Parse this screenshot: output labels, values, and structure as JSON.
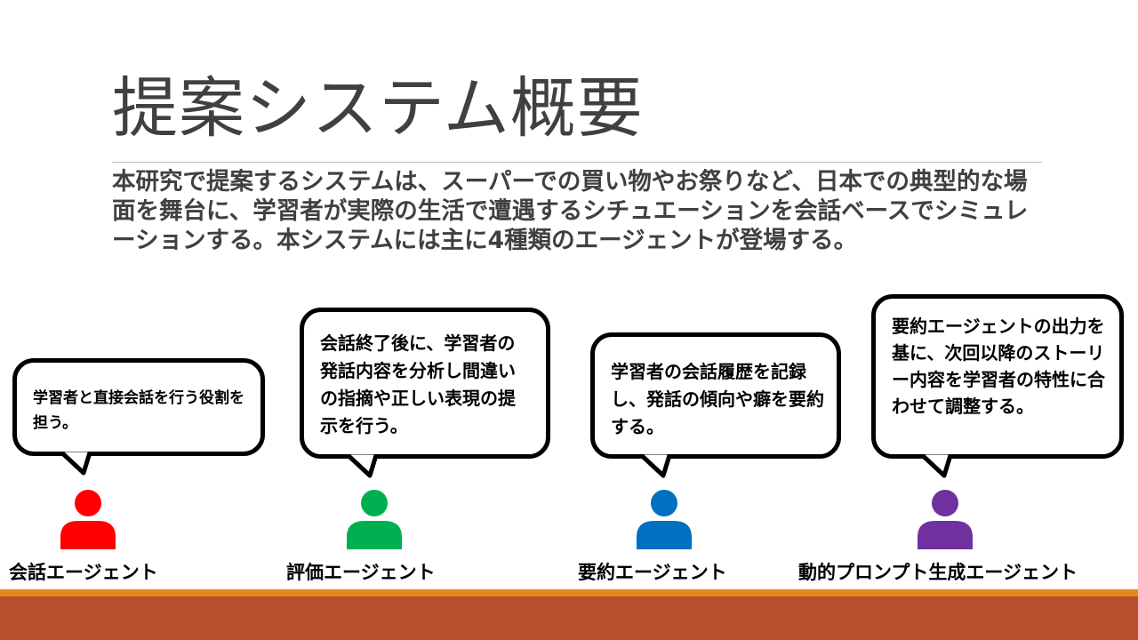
{
  "slide": {
    "title": "提案システム概要",
    "intro": "本研究で提案するシステムは、スーパーでの買い物やお祭りなど、日本での典型的な場面を舞台に、学習者が実際の生活で遭遇するシチュエーションを会話ベースでシミュレーションする。本システムには主に4種類のエージェントが登場する。"
  },
  "agents": [
    {
      "name": "会話エージェント",
      "description": "学習者と直接会話を行う役割を担う。",
      "color": "#ff0000"
    },
    {
      "name": "評価エージェント",
      "description": "会話終了後に、学習者の発話内容を分析し間違いの指摘や正しい表現の提示を行う。",
      "color": "#00b050"
    },
    {
      "name": "要約エージェント",
      "description": "学習者の会話履歴を記録し、発話の傾向や癖を要約する。",
      "color": "#0070c0"
    },
    {
      "name": "動的プロンプト生成エージェント",
      "description": "要約エージェントの出力を基に、次回以降のストーリー内容を学習者の特性に合わせて調整する。",
      "color": "#7030a0"
    }
  ],
  "theme": {
    "title_color": "#404040",
    "footer_gold": "#e08a1e",
    "footer_rust": "#b7502a"
  }
}
